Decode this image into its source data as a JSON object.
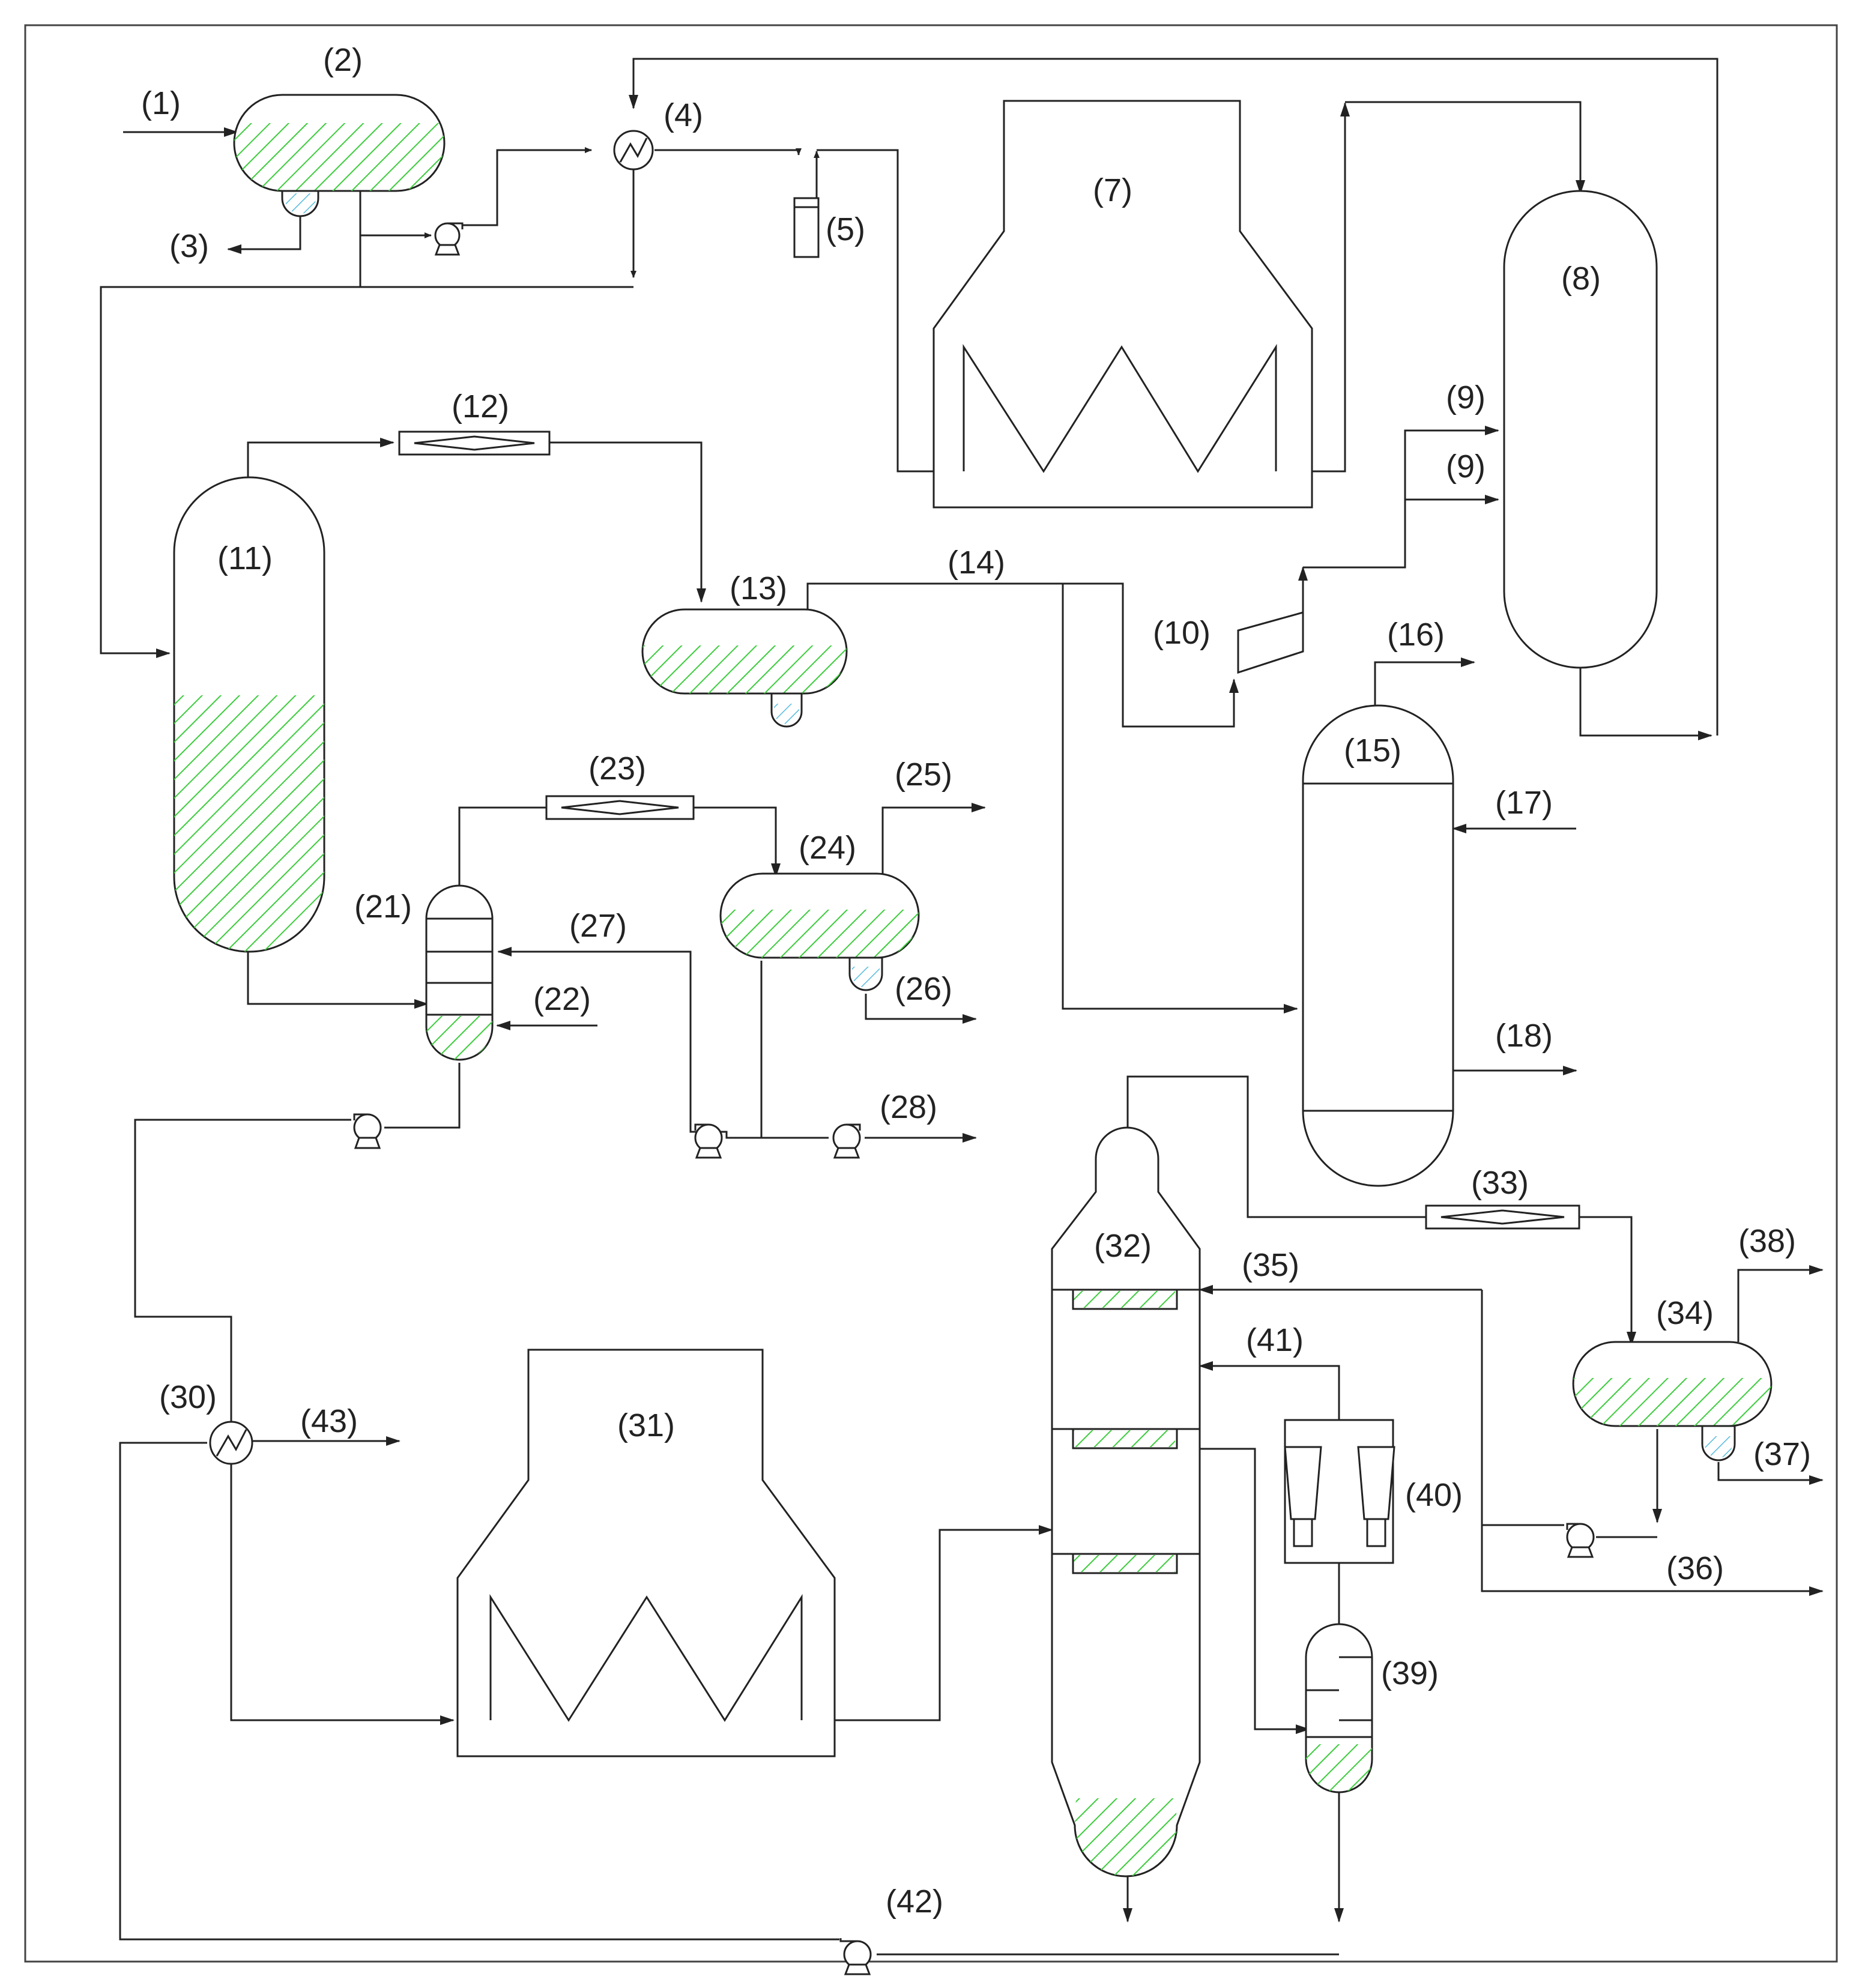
{
  "labels": {
    "l1": "(1)",
    "l2": "(2)",
    "l3": "(3)",
    "l4": "(4)",
    "l5": "(5)",
    "l7": "(7)",
    "l8": "(8)",
    "l9a": "(9)",
    "l9b": "(9)",
    "l10": "(10)",
    "l11": "(11)",
    "l12": "(12)",
    "l13": "(13)",
    "l14": "(14)",
    "l15": "(15)",
    "l16": "(16)",
    "l17": "(17)",
    "l18": "(18)",
    "l21": "(21)",
    "l22": "(22)",
    "l23": "(23)",
    "l24": "(24)",
    "l25": "(25)",
    "l26": "(26)",
    "l27": "(27)",
    "l28": "(28)",
    "l30": "(30)",
    "l31": "(31)",
    "l32": "(32)",
    "l33": "(33)",
    "l34": "(34)",
    "l35": "(35)",
    "l36": "(36)",
    "l37": "(37)",
    "l38": "(38)",
    "l39": "(39)",
    "l40": "(40)",
    "l41": "(41)",
    "l42": "(42)",
    "l43": "(43)"
  },
  "colors": {
    "liquid": "#3ccc3c",
    "water": "#55bbdd",
    "line": "#222222"
  }
}
